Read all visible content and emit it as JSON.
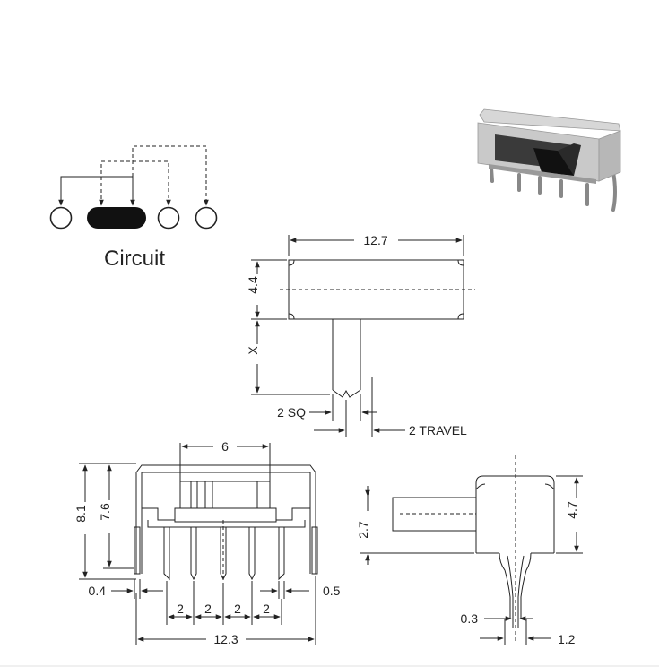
{
  "circuit": {
    "caption": "Circuit"
  },
  "top_view": {
    "width": "12.7",
    "height": "4.4",
    "stem_length": "X",
    "stem_sq": "2 SQ",
    "travel": "2 TRAVEL"
  },
  "front_view": {
    "actuator_width": "6",
    "total_height": "8.1",
    "body_height": "7.6",
    "pin_width": "0.4",
    "pin_thickness": "0.5",
    "pitch": [
      "2",
      "2",
      "2",
      "2"
    ],
    "overall_width": "12.3"
  },
  "side_view": {
    "actuator_height": "2.7",
    "body_height": "4.7",
    "pin_thickness": "0.3",
    "pin_span": "1.2"
  }
}
